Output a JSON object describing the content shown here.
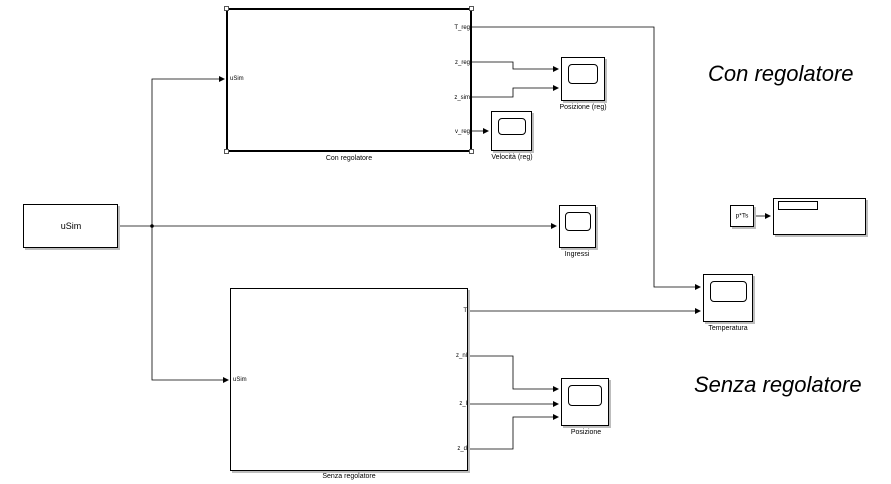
{
  "annotations": {
    "con": "Con regolatore",
    "senza": "Senza regolatore"
  },
  "blocks": {
    "source": {
      "label": "uSim"
    },
    "con_regolatore": {
      "caption": "Con regolatore",
      "input": "uSim",
      "outputs": [
        "T_reg",
        "z_reg",
        "z_sim",
        "v_reg"
      ]
    },
    "senza_regolatore": {
      "caption": "Senza regolatore",
      "input": "uSim",
      "outputs": [
        "T",
        "z_nl",
        "z_l",
        "z_d"
      ]
    },
    "scope_pos_reg": {
      "caption": "Posizione (reg)"
    },
    "scope_vel_reg": {
      "caption": "Velocità (reg)"
    },
    "scope_ingressi": {
      "caption": "Ingressi"
    },
    "scope_temperatura": {
      "caption": "Temperatura"
    },
    "scope_posizione": {
      "caption": "Posizione"
    },
    "gain": {
      "label": "p*Ts"
    }
  },
  "colors": {
    "line": "#000000",
    "shadow": "#bdbdbd",
    "background": "#ffffff"
  }
}
